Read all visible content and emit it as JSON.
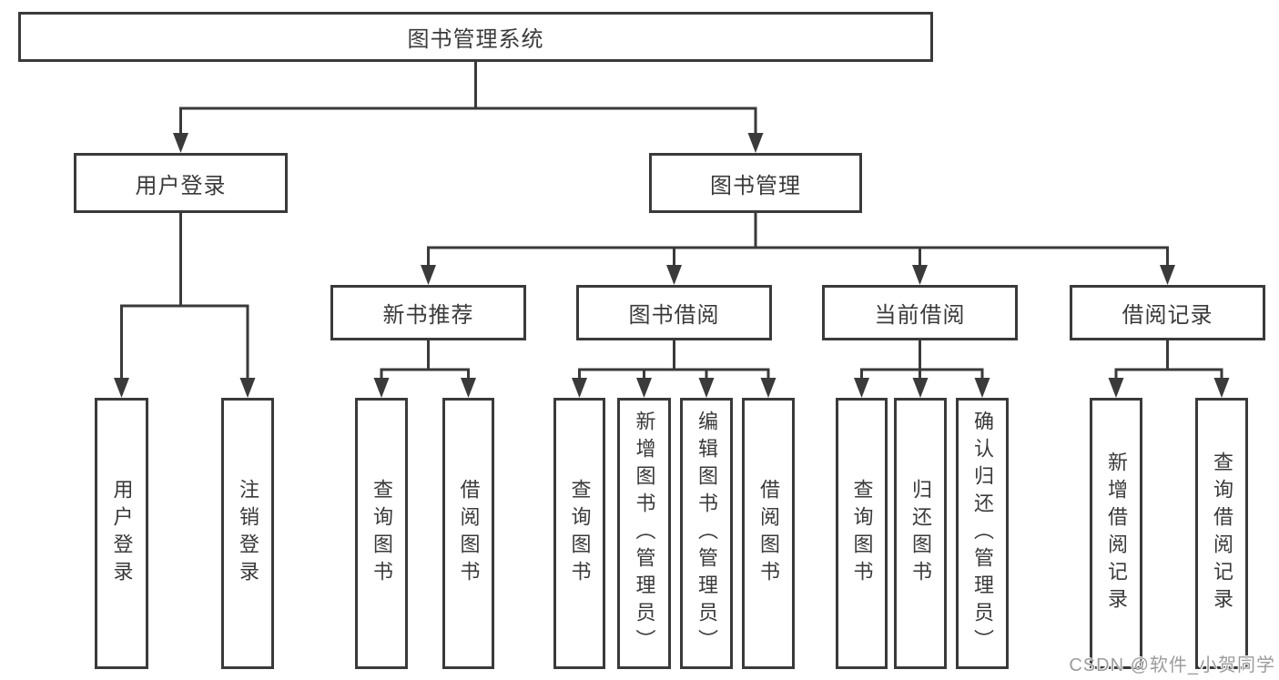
{
  "watermark": "CSDN @软件_小贺同学",
  "colors": {
    "line": "#3a3a3a",
    "text": "#3a3a3a",
    "background": "#ffffff",
    "watermark": "#9c9c9c"
  },
  "tree": {
    "root": {
      "label": "图书管理系统"
    },
    "branches": [
      {
        "label": "用户登录",
        "children": [
          {
            "label": "用户登录"
          },
          {
            "label": "注销登录"
          }
        ]
      },
      {
        "label": "图书管理",
        "children": [
          {
            "label": "新书推荐",
            "children": [
              {
                "label": "查询图书"
              },
              {
                "label": "借阅图书"
              }
            ]
          },
          {
            "label": "图书借阅",
            "children": [
              {
                "label": "查询图书"
              },
              {
                "label": "新增图书（管理员）"
              },
              {
                "label": "编辑图书（管理员）"
              },
              {
                "label": "借阅图书"
              }
            ]
          },
          {
            "label": "当前借阅",
            "children": [
              {
                "label": "查询图书"
              },
              {
                "label": "归还图书"
              },
              {
                "label": "确认归还（管理员）"
              }
            ]
          },
          {
            "label": "借阅记录",
            "children": [
              {
                "label": "新增借阅记录"
              },
              {
                "label": "查询借阅记录"
              }
            ]
          }
        ]
      }
    ]
  }
}
